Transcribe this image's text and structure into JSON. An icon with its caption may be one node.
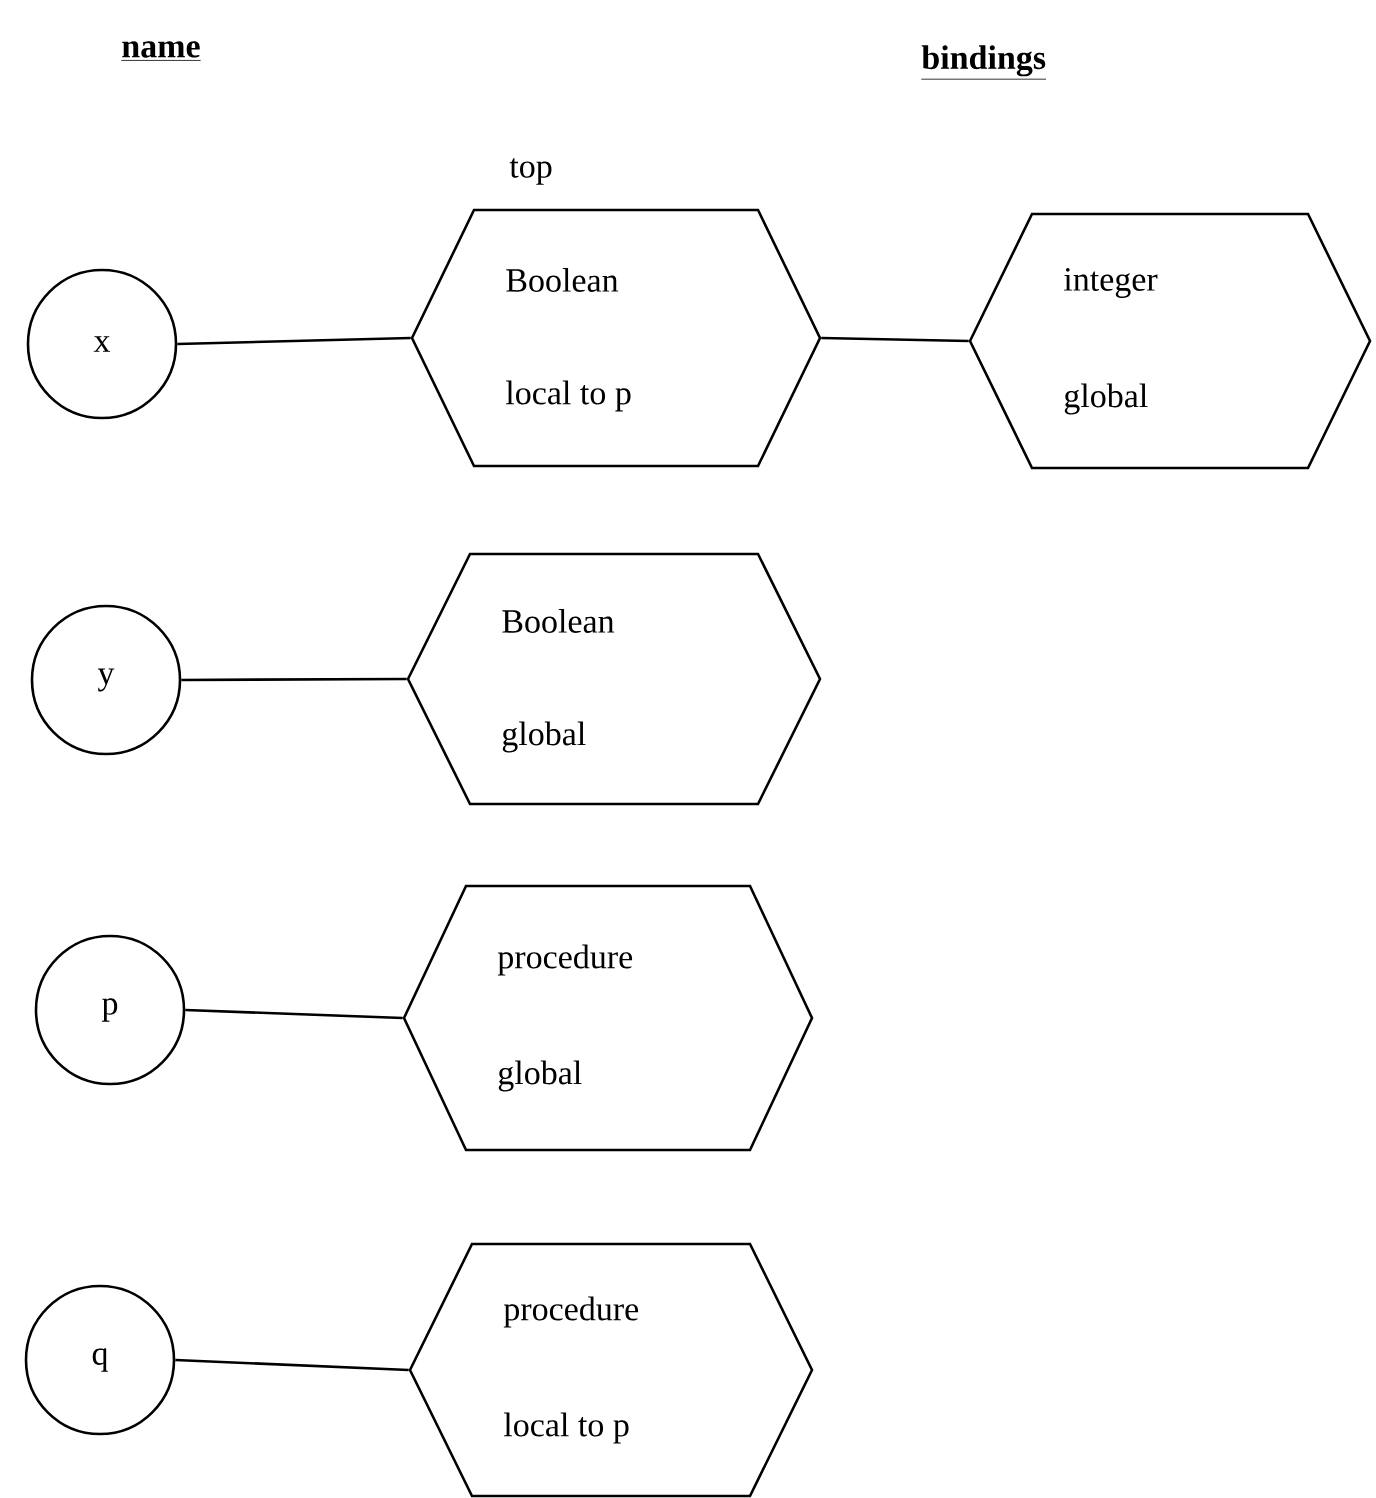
{
  "diagram": {
    "nodes": [
      {
        "text": [
          "x"
        ]
      },
      {
        "text": [
          "Boolean",
          "local to p"
        ],
        "beside": [
          "top"
        ]
      },
      {
        "text": [
          "integer",
          "global"
        ]
      },
      {
        "text": [
          "y"
        ]
      },
      {
        "text": [
          "Boolean",
          "global"
        ]
      },
      {
        "text": [
          "p"
        ]
      },
      {
        "text": [
          "procedure",
          "global"
        ]
      },
      {
        "text": [
          "q"
        ]
      },
      {
        "text": [
          "procedure",
          "local to p"
        ]
      }
    ],
    "edges": [
      {
        "from": 0,
        "to": 1,
        "arrow": "none"
      },
      {
        "from": 1,
        "to": 2,
        "arrow": "none"
      },
      {
        "from": 3,
        "to": 4,
        "arrow": "none"
      },
      {
        "from": 5,
        "to": 6,
        "arrow": "none"
      },
      {
        "from": 7,
        "to": 8,
        "arrow": "none"
      }
    ],
    "labels": [
      "name",
      "bindings"
    ]
  }
}
